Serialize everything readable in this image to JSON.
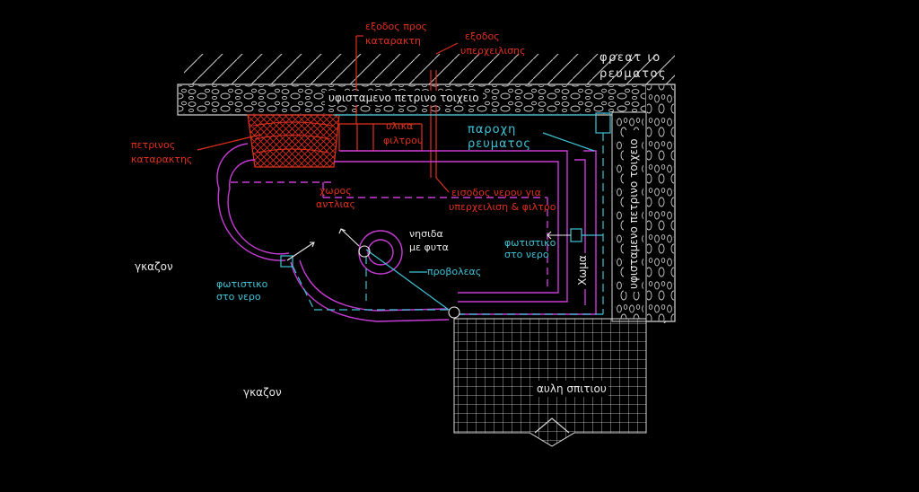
{
  "colors": {
    "background": "#000000",
    "wall": "#d9d9d9",
    "wall_hatch": "#cfcfcf",
    "red": "#e0301e",
    "magenta": "#c83bd6",
    "cyan": "#3fc3d6",
    "white": "#e8e8e8",
    "grid": "#d8d8d8"
  },
  "labels": {
    "exit_waterfall_1": "εξοδος προς",
    "exit_waterfall_2": "καταρακτη",
    "exit_overflow_1": "εξοδος",
    "exit_overflow_2": "υπερχειλισης",
    "power_box_1": "φρεατ ιο",
    "power_box_2": "ρευματος",
    "wall_top": "υφισταμενο πετρινο τοιχειο",
    "wall_right": "υφισταμενο πετρινο τοιχειο",
    "filter_media_1": "υλικα",
    "filter_media_2": "φιλτρου",
    "power_supply_1": "παροχη",
    "power_supply_2": "ρευματος",
    "stone_waterfall_1": "πετρινος",
    "stone_waterfall_2": "καταρακτης",
    "pump_room_1": "χωρος",
    "pump_room_2": "αντλιας",
    "water_inlet_1": "εισοδος νερου για",
    "water_inlet_2": "υπερχειλιση & φιλτρο",
    "island_1": "νησιδα",
    "island_2": "με φυτα",
    "underwater_light_right_1": "φωτιστικο",
    "underwater_light_right_2": "στο νερο",
    "soil": "Χωμα",
    "spotlight": "προβολεας",
    "lawn_1": "γκαζον",
    "lawn_2": "γκαζον",
    "underwater_light_left_1": "φωτιστικο",
    "underwater_light_left_2": "στο νερο",
    "house_yard": "αυλη σπιτιου"
  }
}
